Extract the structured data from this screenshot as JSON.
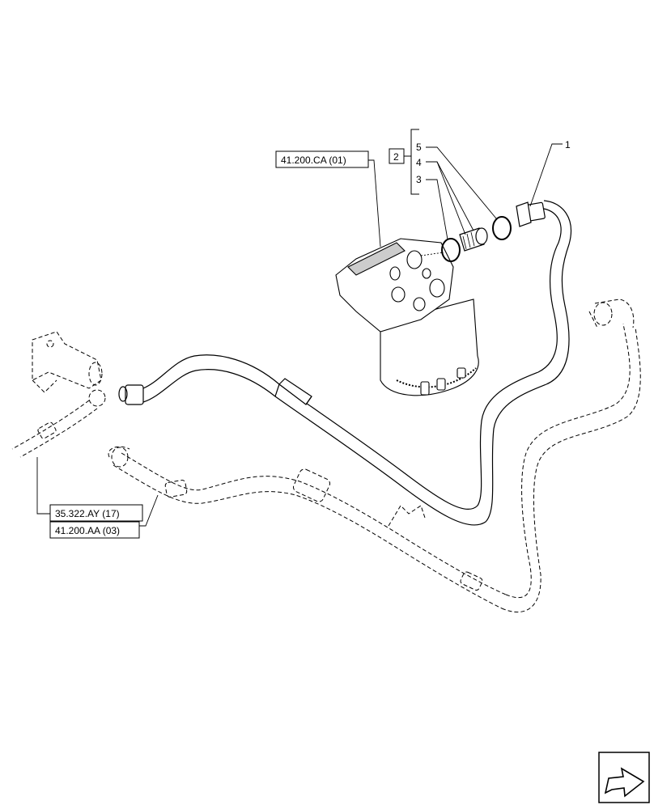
{
  "callouts": {
    "ref_steering_unit": "41.200.CA (01)",
    "ref_35322": "35.322.AY (17)",
    "ref_41200aa": "41.200.AA (03)",
    "kit_number": "2",
    "item_5": "5",
    "item_4": "4",
    "item_3": "3",
    "item_1": "1"
  },
  "nav": {
    "icon": "next-page-arrow-icon"
  },
  "colors": {
    "line": "#000000",
    "background": "#ffffff"
  }
}
